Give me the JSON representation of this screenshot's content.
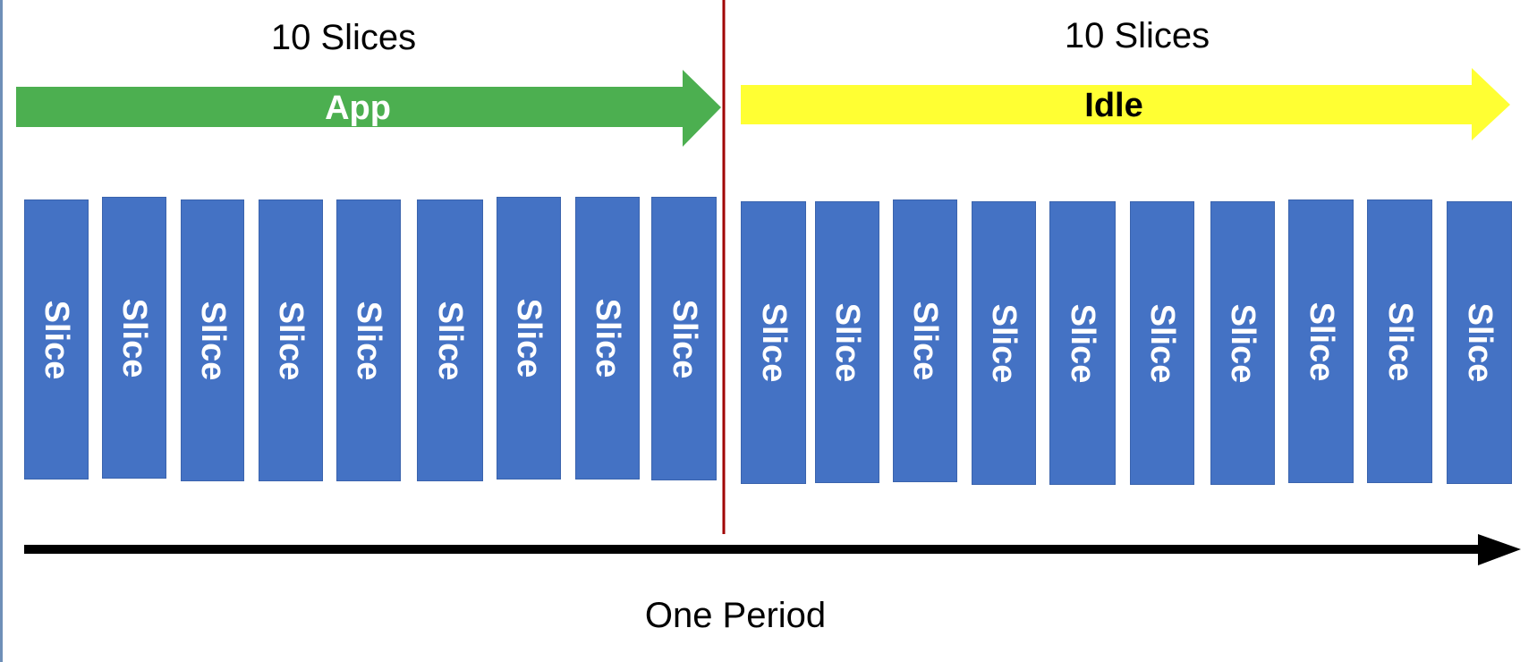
{
  "diagram": {
    "left_heading": "10 Slices",
    "right_heading": "10 Slices",
    "app_label": "App",
    "idle_label": "Idle",
    "period_label": "One Period",
    "slice_label": "Slice",
    "app_slice_count": 9,
    "idle_slice_count": 10,
    "colors": {
      "app_arrow": "#4caf50",
      "app_text": "#ffffff",
      "idle_arrow": "#ffff33",
      "idle_text": "#000000",
      "slice_fill": "#4472c4",
      "slice_text": "#ffffff",
      "divider": "#a00000",
      "period_arrow": "#000000"
    }
  }
}
